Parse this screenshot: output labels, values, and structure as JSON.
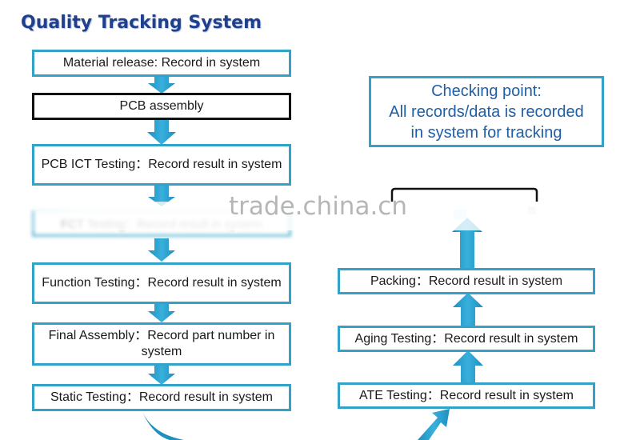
{
  "title": "Quality Tracking System",
  "checking_point": {
    "line1": "Checking point:",
    "line2": "All records/data is recorded",
    "line3": "in system for tracking"
  },
  "left_steps": [
    {
      "label": "Material release: Record  in system"
    },
    {
      "label": "PCB assembly"
    },
    {
      "label": "PCB ICT Testing：Record result in system"
    },
    {
      "label": "Function Testing：Record result in system"
    },
    {
      "label": "Final Assembly：Record part number in system"
    },
    {
      "label": "Static Testing：Record result in system"
    }
  ],
  "blurred_step": {
    "label": "FCT Testing：Record result in system"
  },
  "right_steps": [
    {
      "label": "Packing：Record result in system"
    },
    {
      "label": "Aging Testing：Record result in system"
    },
    {
      "label": "ATE Testing：Record result in system"
    }
  ],
  "watermark": "trade.china.cn",
  "colors": {
    "border": "#33a2c8",
    "arrow": "#2196c8",
    "title": "#1f3f8f",
    "checking_text": "#1f5fa8"
  }
}
